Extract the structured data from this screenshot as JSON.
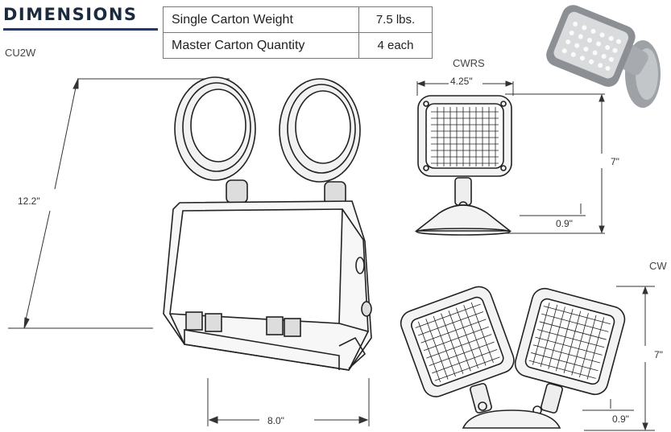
{
  "header": {
    "title": "DIMENSIONS"
  },
  "specs": [
    {
      "label": "Single Carton Weight",
      "value": "7.5 lbs."
    },
    {
      "label": "Master Carton Quantity",
      "value": "4 each"
    }
  ],
  "models": {
    "cu2w": "CU2W",
    "cwrs": "CWRS",
    "cw": "CW"
  },
  "dimensions": {
    "cu2w_height": "12.2\"",
    "cu2w_width": "8.0\"",
    "cwrs_width": "4.25\"",
    "cwrs_height": "7\"",
    "cwrs_base": "0.9\"",
    "cw_height": "7\"",
    "cw_base": "0.9\""
  }
}
